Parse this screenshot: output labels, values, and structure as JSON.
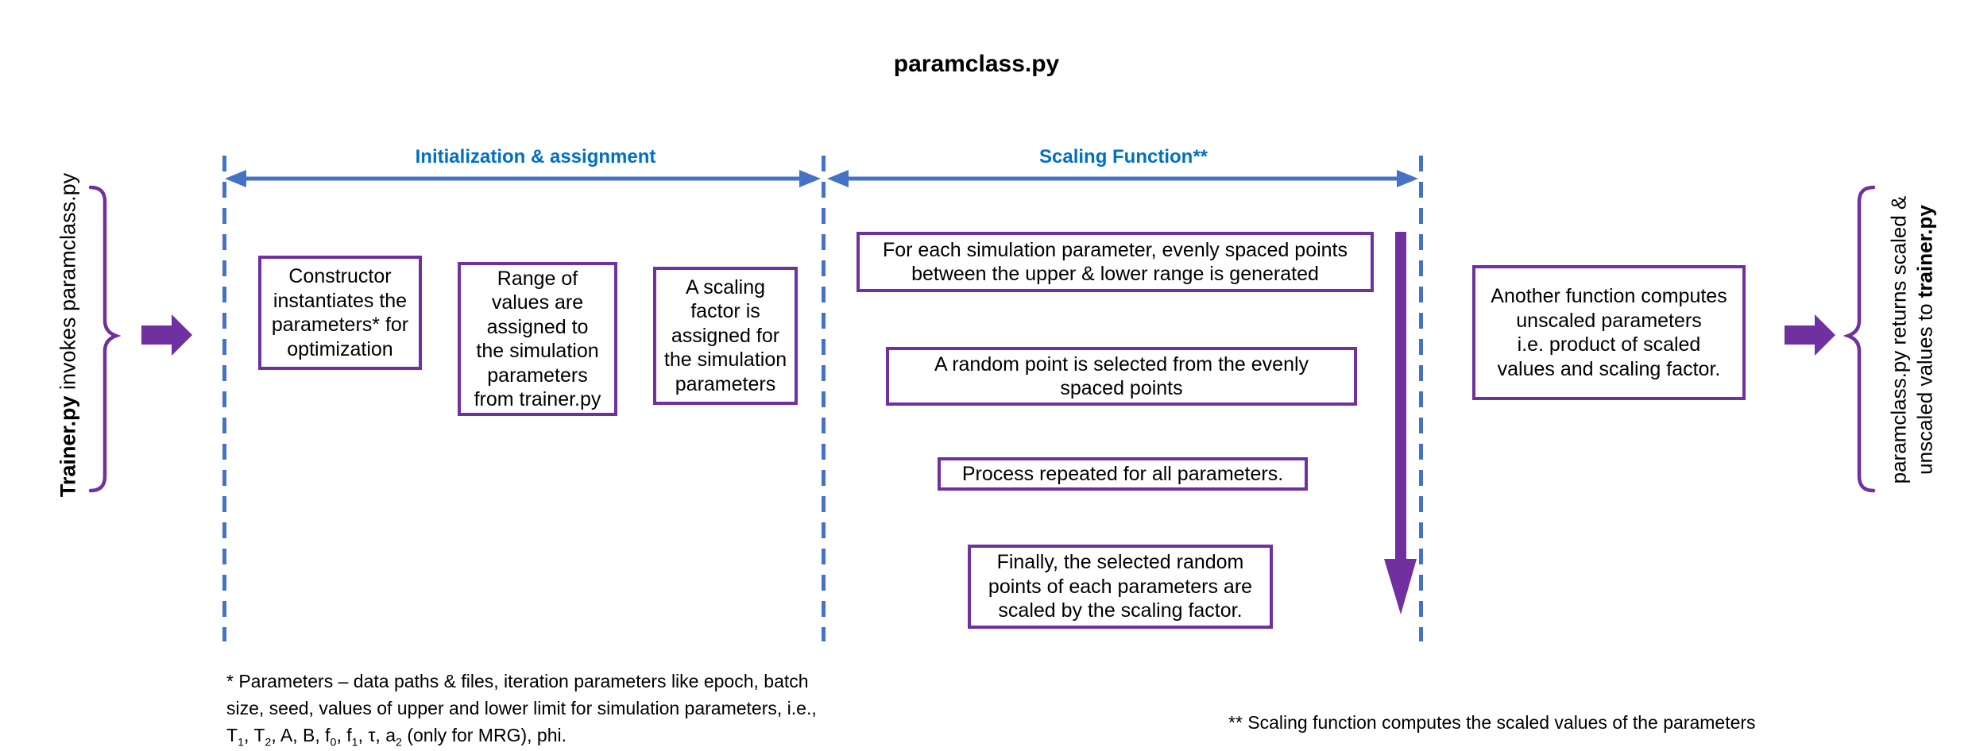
{
  "title": "paramclass.py",
  "colors": {
    "purple": "#7030A0",
    "blue_accent": "#4472C4",
    "header_blue": "#0070C0",
    "text_black": "#000000",
    "background": "#FFFFFF"
  },
  "sections": {
    "initialization": "Initialization & assignment",
    "scaling": "Scaling Function**"
  },
  "left_note": {
    "segments": [
      {
        "t": "Trainer.py",
        "bold": true
      },
      {
        "t": " invokes paramclass.py"
      }
    ]
  },
  "right_note": {
    "line1": [
      {
        "t": "paramclass.py returns scaled &"
      }
    ],
    "line2": [
      {
        "t": "unscaled values to "
      },
      {
        "t": "trainer.py",
        "bold": true
      }
    ]
  },
  "boxes": {
    "constructor": "Constructor\ninstantiates the\nparameters* for\noptimization",
    "range": "Range of\nvalues are\nassigned to\nthe simulation\nparameters\nfrom trainer.py",
    "scaling_factor": "A scaling\nfactor is\nassigned for\nthe simulation\nparameters",
    "evenly_spaced": "For each simulation parameter, evenly spaced points\nbetween the upper & lower range is generated",
    "random_point": "A random point is selected from the evenly\nspaced points",
    "repeat": "Process repeated for all parameters.",
    "final_scaling": "Finally, the selected random\npoints of each parameters are\nscaled by the scaling factor.",
    "unscaled": "Another function computes\nunscaled parameters\ni.e. product of scaled\nvalues and scaling factor."
  },
  "footnotes": {
    "params_l1": "* Parameters – data paths & files, iteration parameters like epoch, batch",
    "params_l2": "size, seed, values of upper and lower limit for simulation parameters, i.e.,",
    "params_l3": [
      {
        "t": "T"
      },
      {
        "t": "1",
        "sub": true
      },
      {
        "t": ", T"
      },
      {
        "t": "2",
        "sub": true
      },
      {
        "t": ", A, B, f"
      },
      {
        "t": "0",
        "sub": true
      },
      {
        "t": ", f"
      },
      {
        "t": "1",
        "sub": true
      },
      {
        "t": ", τ, a"
      },
      {
        "t": "2",
        "sub": true
      },
      {
        "t": " (only for MRG), phi."
      }
    ],
    "scaling": "** Scaling function computes the scaled values of the parameters"
  }
}
